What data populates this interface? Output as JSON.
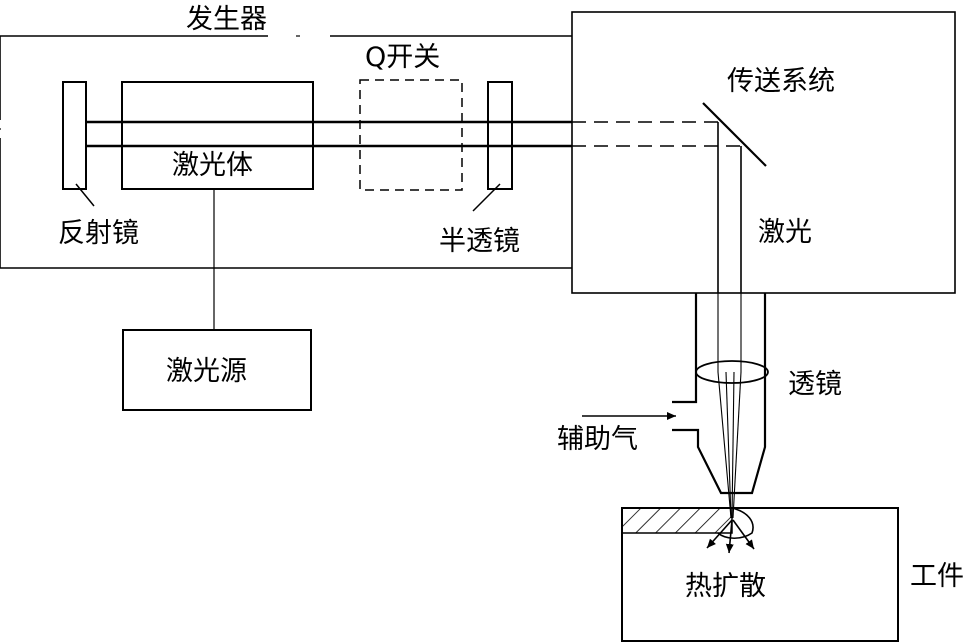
{
  "labels": {
    "generator": "发生器",
    "q_switch": "Q开关",
    "transfer_system": "传送系统",
    "reflector": "反射镜",
    "laser_body": "激光体",
    "half_mirror": "半透镜",
    "laser": "激光",
    "laser_source": "激光源",
    "lens": "透镜",
    "assist_gas": "辅助气",
    "workpiece": "工件",
    "heat_diffusion": "热扩散"
  },
  "colors": {
    "ink": "#000000",
    "background": "#ffffff"
  }
}
